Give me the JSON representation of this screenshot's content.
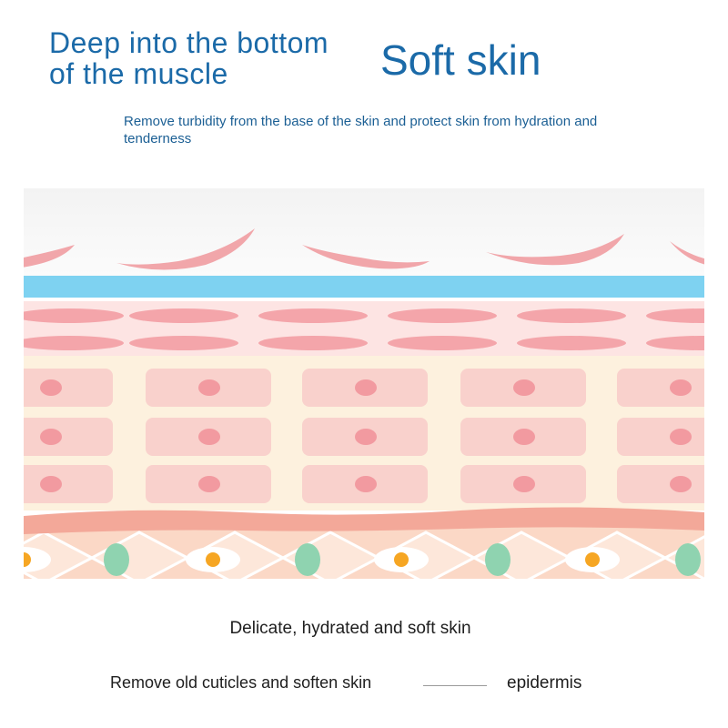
{
  "header": {
    "title_line1": "Deep into the bottom",
    "title_line2": "of the muscle",
    "highlight": "Soft skin",
    "subtitle": "Remove turbidity from the base of the skin and protect skin from hydration and tenderness"
  },
  "illustration": {
    "layers": [
      "stratum-corneum-flakes",
      "moisture-barrier",
      "granular-layer",
      "spinous-layer",
      "basement-membrane",
      "basal-layer"
    ],
    "colors": {
      "flake": "#f1a6aa",
      "barrier": "#7ed2f1",
      "granular_bg": "#fde4e3",
      "cell_fill": "#f8cdca",
      "nucleus": "#f29aa0",
      "spinous_bg": "#fdf1de",
      "membrane": "#f3a899",
      "basal_bg": "#fbd8c6",
      "green_cell": "#8fd3b0",
      "yellow_nucleus": "#f6a623"
    }
  },
  "footer": {
    "caption": "Delicate, hydrated and soft skin",
    "legend_text": "Remove old cuticles and soften skin",
    "legend_term": "epidermis"
  }
}
